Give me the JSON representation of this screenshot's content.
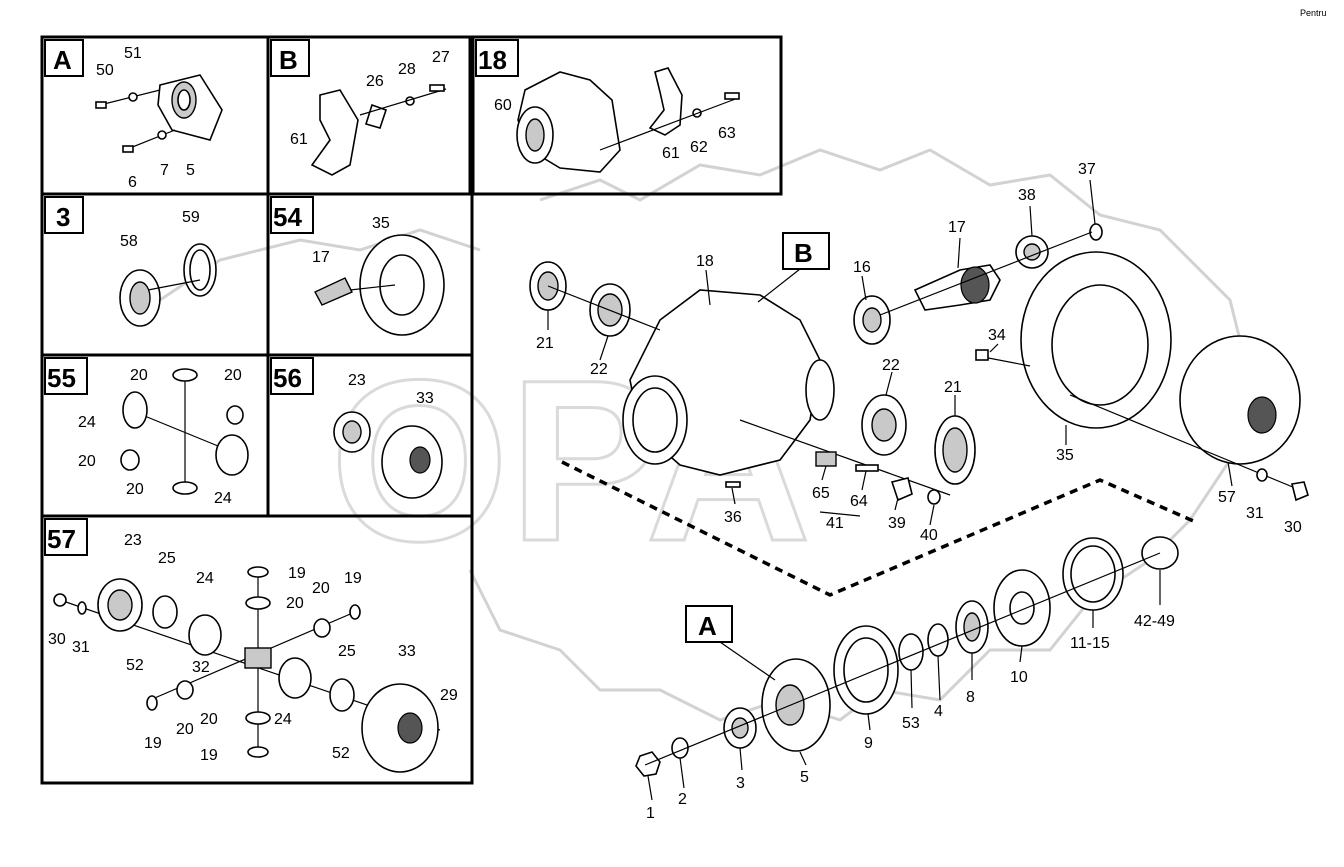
{
  "corner_mark": "Pentru",
  "watermark_text": "OPA",
  "insets": [
    {
      "id": "A",
      "labels": [
        "50",
        "51",
        "6",
        "7",
        "5"
      ]
    },
    {
      "id": "B",
      "labels": [
        "26",
        "28",
        "27",
        "61"
      ]
    },
    {
      "id": "18",
      "labels": [
        "60",
        "61",
        "62",
        "63"
      ]
    },
    {
      "id": "3",
      "labels": [
        "58",
        "59"
      ]
    },
    {
      "id": "54",
      "labels": [
        "17",
        "35"
      ]
    },
    {
      "id": "55",
      "labels": [
        "20",
        "20",
        "24",
        "20",
        "20",
        "24"
      ]
    },
    {
      "id": "56",
      "labels": [
        "23",
        "33"
      ]
    },
    {
      "id": "57",
      "labels": [
        "23",
        "25",
        "24",
        "19",
        "20",
        "19",
        "20",
        "30",
        "31",
        "52",
        "32",
        "25",
        "33",
        "19",
        "20",
        "20",
        "24",
        "29",
        "52",
        "19"
      ]
    }
  ],
  "main_labels": {
    "B": "B",
    "A": "A",
    "n18": "18",
    "n16": "16",
    "n17": "17",
    "n38": "38",
    "n37": "37",
    "n21a": "21",
    "n22a": "22",
    "n34": "34",
    "n22b": "22",
    "n21b": "21",
    "n35": "35",
    "n36": "36",
    "n65": "65",
    "n64": "64",
    "n41": "41",
    "n39": "39",
    "n40": "40",
    "n57": "57",
    "n31": "31",
    "n30": "30",
    "n42_49": "42-49",
    "n11_15": "11-15",
    "n10": "10",
    "n8": "8",
    "n4": "4",
    "n53": "53",
    "n9": "9",
    "n5": "5",
    "n3": "3",
    "n2": "2",
    "n1": "1"
  }
}
